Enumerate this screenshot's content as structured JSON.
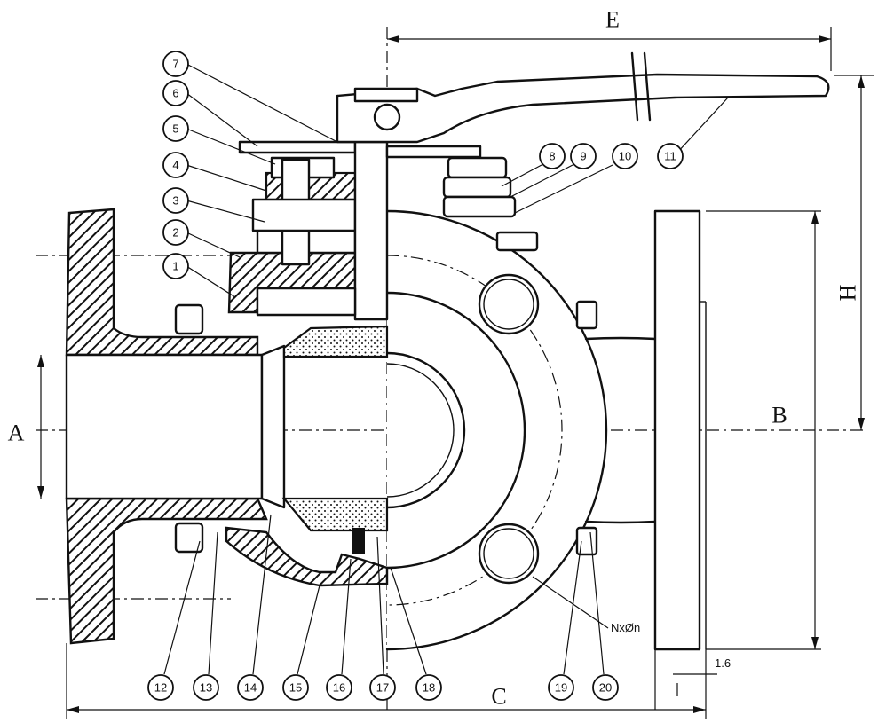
{
  "dimensions": {
    "A": "A",
    "B": "B",
    "C": "C",
    "E": "E",
    "H": "H",
    "raised_face": "1.6",
    "bolt_holes": "NxØn"
  },
  "callouts": [
    "1",
    "2",
    "3",
    "4",
    "5",
    "6",
    "7",
    "8",
    "9",
    "10",
    "11",
    "12",
    "13",
    "14",
    "15",
    "16",
    "17",
    "18",
    "19",
    "20"
  ]
}
